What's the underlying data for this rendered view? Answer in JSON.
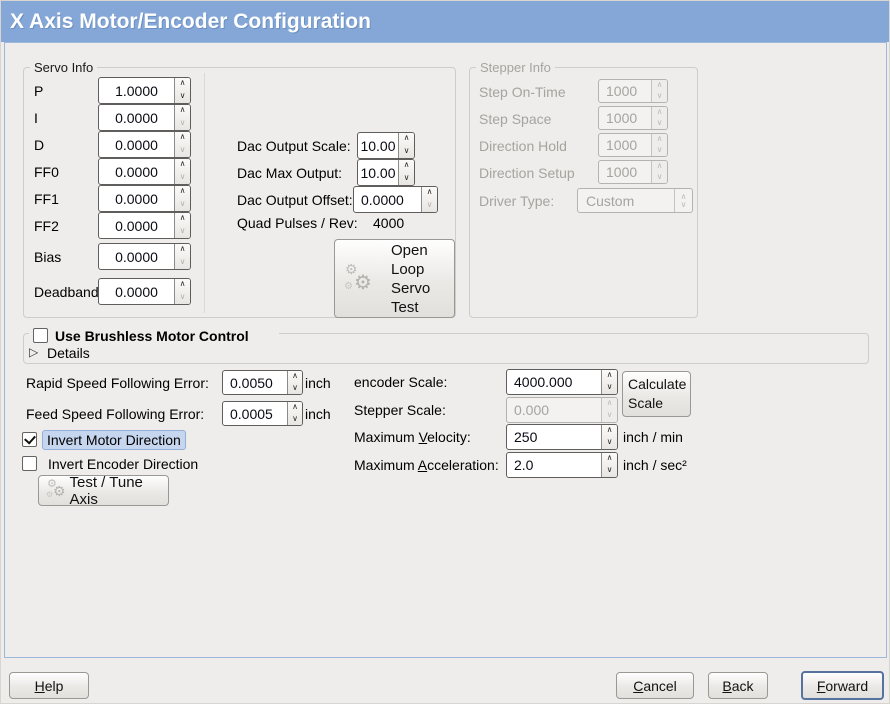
{
  "window": {
    "title": "X Axis Motor/Encoder Configuration"
  },
  "icons": {
    "spin_up": "∧",
    "spin_down": "∨",
    "gears": "⚙",
    "expander_closed": "▷"
  },
  "colors": {
    "titlebar_blue": "#84a7d7",
    "content_border_blue": "#9cb7d9",
    "selection_blue": "#c6d6ee",
    "focus_ring_blue": "#56729f"
  },
  "servo": {
    "title": "Servo Info",
    "fields": [
      {
        "label": "P",
        "value": "1.0000"
      },
      {
        "label": "I",
        "value": "0.0000"
      },
      {
        "label": "D",
        "value": "0.0000"
      },
      {
        "label": "FF0",
        "value": "0.0000"
      },
      {
        "label": "FF1",
        "value": "0.0000"
      },
      {
        "label": "FF2",
        "value": "0.0000"
      },
      {
        "label": "Bias",
        "value": "0.0000"
      },
      {
        "label": "Deadband",
        "value": "0.0000"
      }
    ],
    "dac": [
      {
        "label": "Dac Output Scale:",
        "value": "10.00"
      },
      {
        "label": "Dac Max Output:",
        "value": "10.00"
      },
      {
        "label": "Dac Output Offset:",
        "value": "0.0000"
      }
    ],
    "quad": {
      "label": "Quad Pulses / Rev:",
      "value": "4000"
    },
    "open_loop_button": "Open Loop Servo Test"
  },
  "stepper": {
    "title": "Stepper Info",
    "fields": [
      {
        "label": "Step On-Time",
        "value": "1000"
      },
      {
        "label": "Step Space",
        "value": "1000"
      },
      {
        "label": "Direction Hold",
        "value": "1000"
      },
      {
        "label": "Direction Setup",
        "value": "1000"
      }
    ],
    "driver": {
      "label": "Driver Type:",
      "value": "Custom"
    }
  },
  "brushless": {
    "label": "Use Brushless Motor Control",
    "details": "Details"
  },
  "ferr": {
    "rapid": {
      "label": "Rapid Speed Following Error:",
      "value": "0.0050",
      "unit": "inch"
    },
    "feed": {
      "label": "Feed Speed Following Error:",
      "value": "0.0005",
      "unit": "inch"
    }
  },
  "invert": {
    "motor": "Invert Motor Direction",
    "encoder": "Invert Encoder Direction"
  },
  "scale": {
    "encoder": {
      "label": "encoder Scale:",
      "value": "4000.000"
    },
    "stepper": {
      "label": "Stepper Scale:",
      "value": "0.000"
    },
    "velocity": {
      "label": "Maximum Velocity:",
      "value": "250",
      "unit": "inch / min"
    },
    "accel": {
      "label": "Maximum Acceleration:",
      "value": "2.0",
      "unit": "inch / sec²"
    }
  },
  "buttons": {
    "test_tune": "Test / Tune Axis",
    "calculate": "Calculate Scale",
    "help": "Help",
    "cancel": "Cancel",
    "back": "Back",
    "forward": "Forward"
  }
}
